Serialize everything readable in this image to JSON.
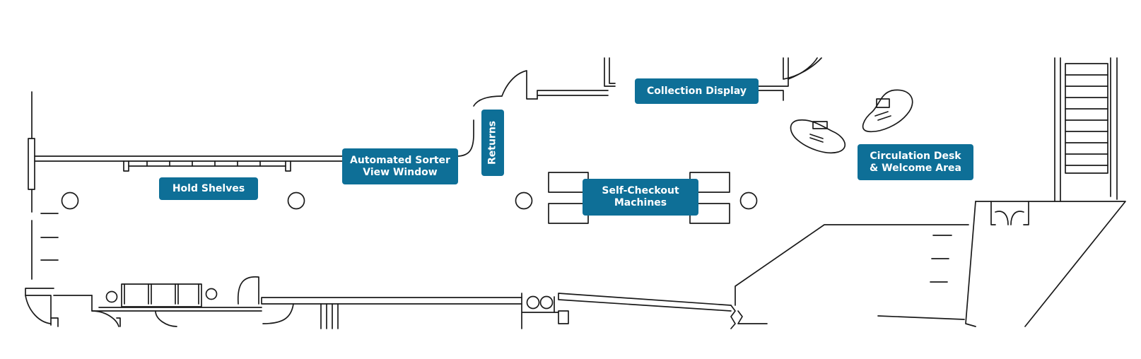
{
  "map": {
    "labels": {
      "hold_shelves": "Hold Shelves",
      "automated_sorter": "Automated Sorter\nView Window",
      "returns": "Returns",
      "collection_display": "Collection Display",
      "self_checkout": "Self-Checkout\nMachines",
      "circulation_desk": "Circulation Desk\n& Welcome Area"
    },
    "colors": {
      "label_background": "#0e6f97",
      "label_text": "#ffffff",
      "line": "#1a1a1a"
    }
  }
}
